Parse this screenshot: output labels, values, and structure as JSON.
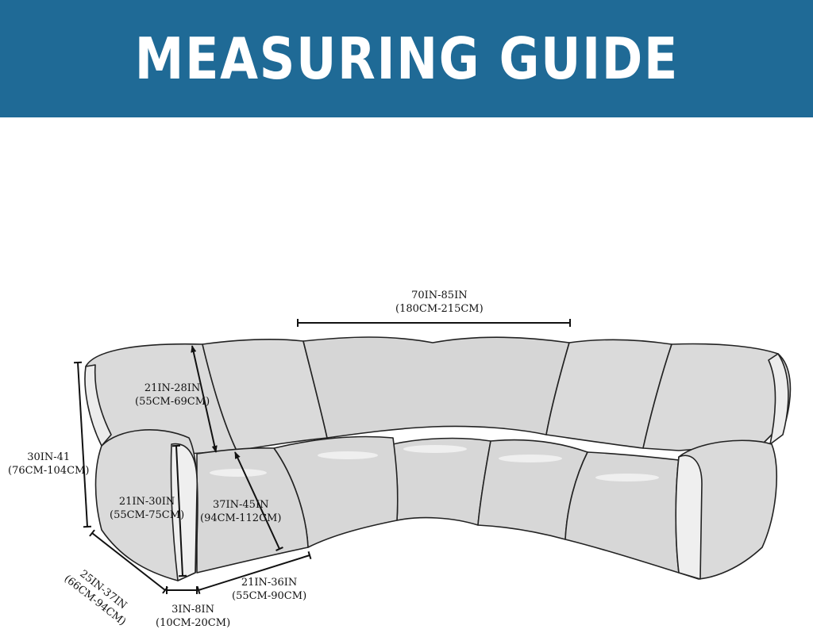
{
  "header": {
    "title": "MEASURING GUIDE",
    "background_color": "#1f6a96",
    "text_color": "#ffffff"
  },
  "diagram": {
    "subject": "curved-sectional-sofa-icon",
    "sofa_fill": "#dadada",
    "outline_color": "#222222",
    "measurements": {
      "overall_width": {
        "inches": "70IN-85IN",
        "cm": "(180CM-215CM)"
      },
      "back_height": {
        "inches": "21IN-28IN",
        "cm": "(55CM-69CM)"
      },
      "total_height": {
        "inches": "30IN-41",
        "cm": "(76CM-104CM)"
      },
      "arm_height": {
        "inches": "21IN-30IN",
        "cm": "(55CM-75CM)"
      },
      "seat_depth": {
        "inches": "37IN-45IN",
        "cm": "(94CM-112CM)"
      },
      "arm_depth": {
        "inches": "25IN-37IN",
        "cm": "(66CM-94CM)"
      },
      "arm_width": {
        "inches": "3IN-8IN",
        "cm": "(10CM-20CM)"
      },
      "seat_width": {
        "inches": "21IN-36IN",
        "cm": "(55CM-90CM)"
      }
    }
  }
}
